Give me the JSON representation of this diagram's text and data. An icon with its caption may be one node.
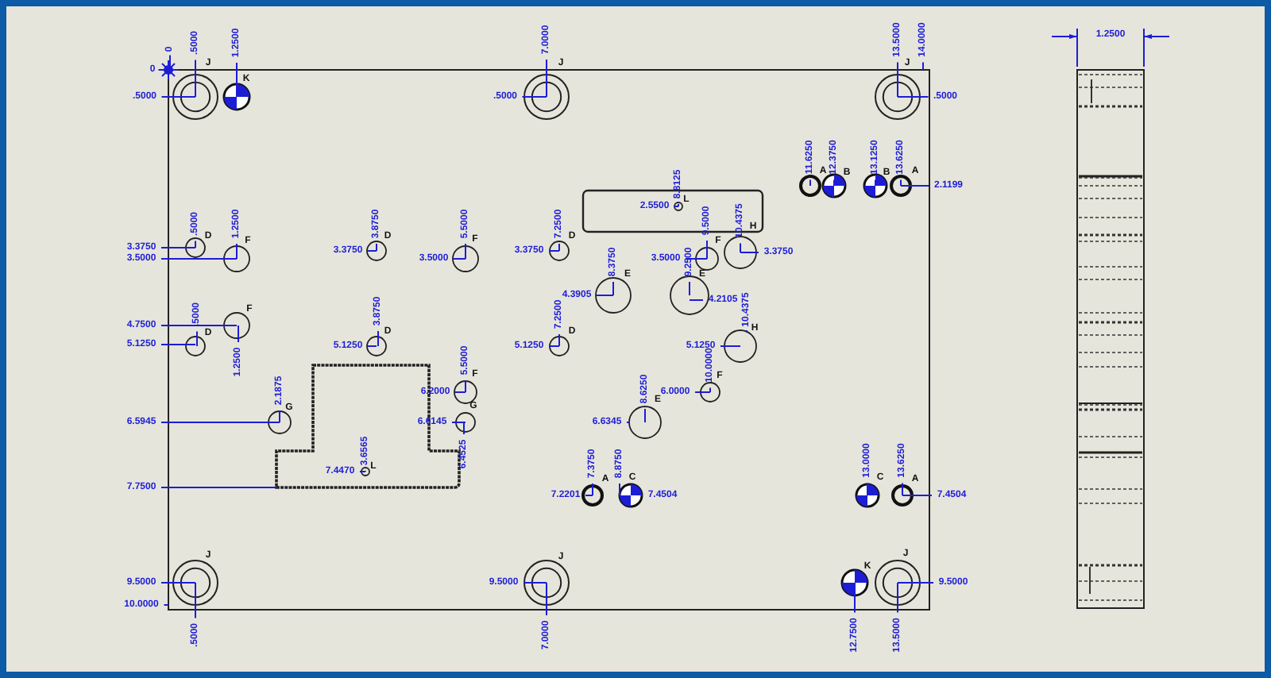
{
  "diagram": {
    "labels": [
      "0",
      ".5000",
      "1.2500",
      "7.0000",
      "13.5000",
      "14.0000",
      "0",
      "J",
      "J",
      "J",
      "K",
      ".5000",
      ".5000",
      ".5000",
      "11.6250",
      "12.3750",
      "13.1250",
      "13.6250",
      "A",
      "B",
      "B",
      "A",
      "2.1199",
      "8.8125",
      "L",
      "2.5500",
      ".5000",
      "1.2500",
      "3.8750",
      "5.5000",
      "7.2500",
      "9.5000",
      "10.4375",
      "D",
      "F",
      "D",
      "F",
      "D",
      "F",
      "H",
      "3.3750",
      "3.5000",
      "3.3750",
      "3.5000",
      "3.3750",
      "3.5000",
      "3.3750",
      "8.3750",
      "9.2500",
      "E",
      "E",
      "4.3905",
      "4.2105",
      ".5000",
      "3.8750",
      "7.2500",
      "10.4375",
      "F",
      "4.7500",
      "D",
      "D",
      "D",
      "H",
      "5.1250",
      "5.1250",
      "5.1250",
      "5.1250",
      "1.2500",
      "5.5000",
      "10.0000",
      "F",
      "F",
      "2.1875",
      "8.6250",
      "6.2000",
      "6.0000",
      "E",
      "G",
      "G",
      "6.5945",
      "6.6145",
      "6.6345",
      "3.6565",
      "6.4525",
      "L",
      "7.4470",
      "7.3750",
      "8.8750",
      "13.0000",
      "13.6250",
      "A",
      "C",
      "C",
      "A",
      "7.7500",
      "7.2201",
      "7.4504",
      "7.4504",
      "J",
      "J",
      "K",
      "J",
      "9.5000",
      "9.5000",
      "9.5000",
      "10.0000",
      ".5000",
      "7.0000",
      "12.7500",
      "13.5000",
      "1.2500"
    ]
  }
}
